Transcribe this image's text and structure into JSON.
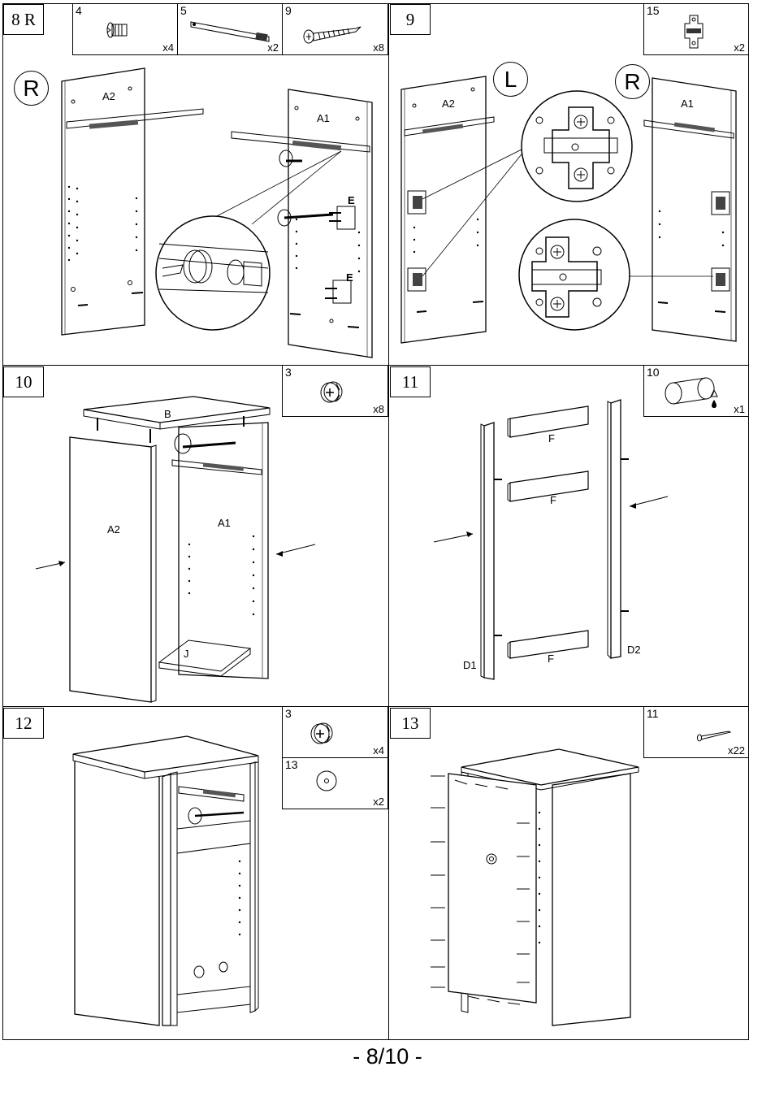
{
  "page": {
    "footer": "- 8/10 -"
  },
  "steps": {
    "s8": {
      "num": "8 R",
      "side": "R",
      "panel_left": "A2",
      "panel_right": "A1",
      "label_e1": "E",
      "label_e2": "E"
    },
    "s9": {
      "num": "9",
      "side_left": "L",
      "side_right": "R",
      "panel_left": "A2",
      "panel_right": "A1"
    },
    "s10": {
      "num": "10",
      "top": "B",
      "panel_left": "A2",
      "panel_right": "A1",
      "shelf": "J"
    },
    "s11": {
      "num": "11",
      "rail1": "F",
      "rail2": "F",
      "rail3": "F",
      "post_left": "D1",
      "post_right": "D2"
    },
    "s12": {
      "num": "12"
    },
    "s13": {
      "num": "13"
    }
  },
  "parts": {
    "p4": {
      "num": "4",
      "qty": "x4",
      "icon": "cam-screw-icon"
    },
    "p5": {
      "num": "5",
      "qty": "x2",
      "icon": "drawer-runner-icon"
    },
    "p9": {
      "num": "9",
      "qty": "x8",
      "icon": "wood-screw-icon"
    },
    "p15": {
      "num": "15",
      "qty": "x2",
      "icon": "hinge-plate-icon"
    },
    "p3a": {
      "num": "3",
      "qty": "x8",
      "icon": "cam-lock-icon"
    },
    "p10": {
      "num": "10",
      "qty": "x1",
      "icon": "dowel-glue-icon"
    },
    "p3b": {
      "num": "3",
      "qty": "x4",
      "icon": "cam-lock-icon"
    },
    "p13": {
      "num": "13",
      "qty": "x2",
      "icon": "cover-cap-icon"
    },
    "p11": {
      "num": "11",
      "qty": "x22",
      "icon": "nail-icon"
    }
  }
}
